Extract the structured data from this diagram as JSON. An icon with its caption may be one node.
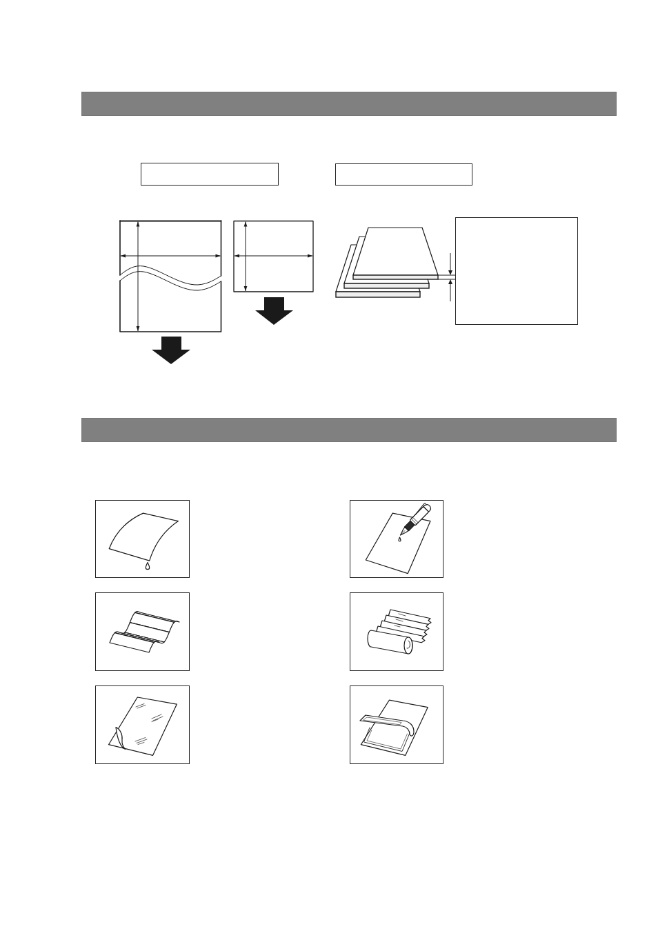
{
  "diagram": {
    "nodes": [
      {
        "text": [],
        "shape": "bar"
      },
      {
        "text": [],
        "shape": "box"
      },
      {
        "text": [],
        "shape": "box"
      },
      {
        "text": [],
        "shape": "box"
      },
      {
        "text": [],
        "shape": "bar"
      },
      {
        "text": [],
        "shape": "picture"
      },
      {
        "text": [],
        "shape": "picture"
      },
      {
        "text": [],
        "shape": "picture"
      },
      {
        "text": [],
        "shape": "picture"
      },
      {
        "text": [],
        "shape": "picture"
      },
      {
        "text": [],
        "shape": "picture"
      }
    ]
  }
}
